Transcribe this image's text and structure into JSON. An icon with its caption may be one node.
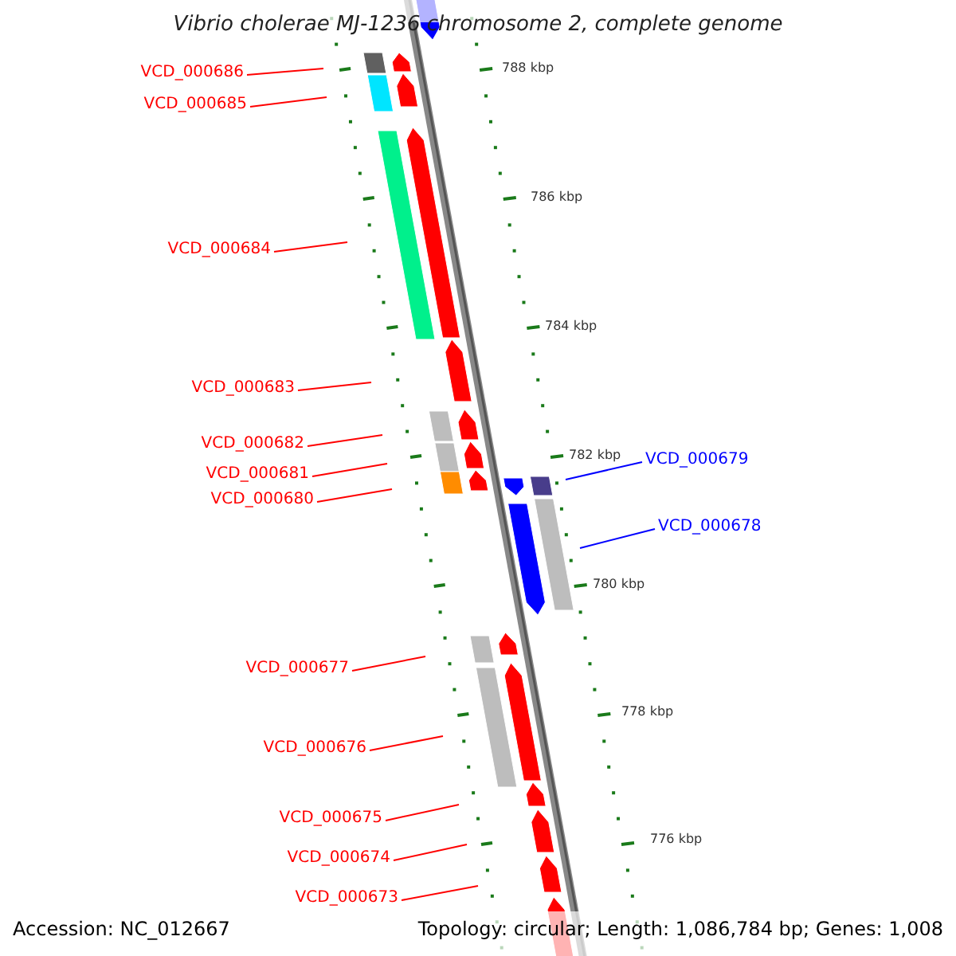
{
  "diagram": {
    "title": "Vibrio cholerae MJ-1236 chromosome 2, complete genome",
    "nodes": [
      {
        "text": [
          "VCD_000686"
        ]
      },
      {
        "text": [
          "VCD_000685"
        ]
      },
      {
        "text": [
          "VCD_000684"
        ]
      },
      {
        "text": [
          "VCD_000683"
        ]
      },
      {
        "text": [
          "VCD_000682"
        ]
      },
      {
        "text": [
          "VCD_000681"
        ]
      },
      {
        "text": [
          "VCD_000680"
        ]
      },
      {
        "text": [
          "VCD_000679"
        ]
      },
      {
        "text": [
          "VCD_000678"
        ]
      },
      {
        "text": [
          "VCD_000677"
        ]
      },
      {
        "text": [
          "VCD_000676"
        ]
      },
      {
        "text": [
          "VCD_000675"
        ]
      },
      {
        "text": [
          "VCD_000674"
        ]
      },
      {
        "text": [
          "VCD_000673"
        ]
      }
    ],
    "edges": [
      {
        "from": 0,
        "to": null,
        "arrow": "none"
      },
      {
        "from": 1,
        "to": null,
        "arrow": "none"
      },
      {
        "from": 2,
        "to": null,
        "arrow": "none"
      },
      {
        "from": 3,
        "to": null,
        "arrow": "none"
      },
      {
        "from": 4,
        "to": null,
        "arrow": "none"
      },
      {
        "from": 5,
        "to": null,
        "arrow": "none"
      },
      {
        "from": 6,
        "to": null,
        "arrow": "none"
      },
      {
        "from": 7,
        "to": null,
        "arrow": "none",
        "color": "#0000ff"
      },
      {
        "from": 8,
        "to": null,
        "arrow": "none",
        "color": "#0000ff"
      },
      {
        "from": 9,
        "to": null,
        "arrow": "none"
      },
      {
        "from": 10,
        "to": null,
        "arrow": "none"
      },
      {
        "from": 11,
        "to": null,
        "arrow": "none"
      },
      {
        "from": 12,
        "to": null,
        "arrow": "none"
      },
      {
        "from": 13,
        "to": null,
        "arrow": "none"
      }
    ],
    "labels": [
      "788 kbp",
      "786 kbp",
      "784 kbp",
      "782 kbp",
      "780 kbp",
      "778 kbp",
      "776 kbp",
      "Accession: NC_012667",
      "Topology: circular; Length: 1,086,784 bp; Genes: 1,008"
    ]
  }
}
